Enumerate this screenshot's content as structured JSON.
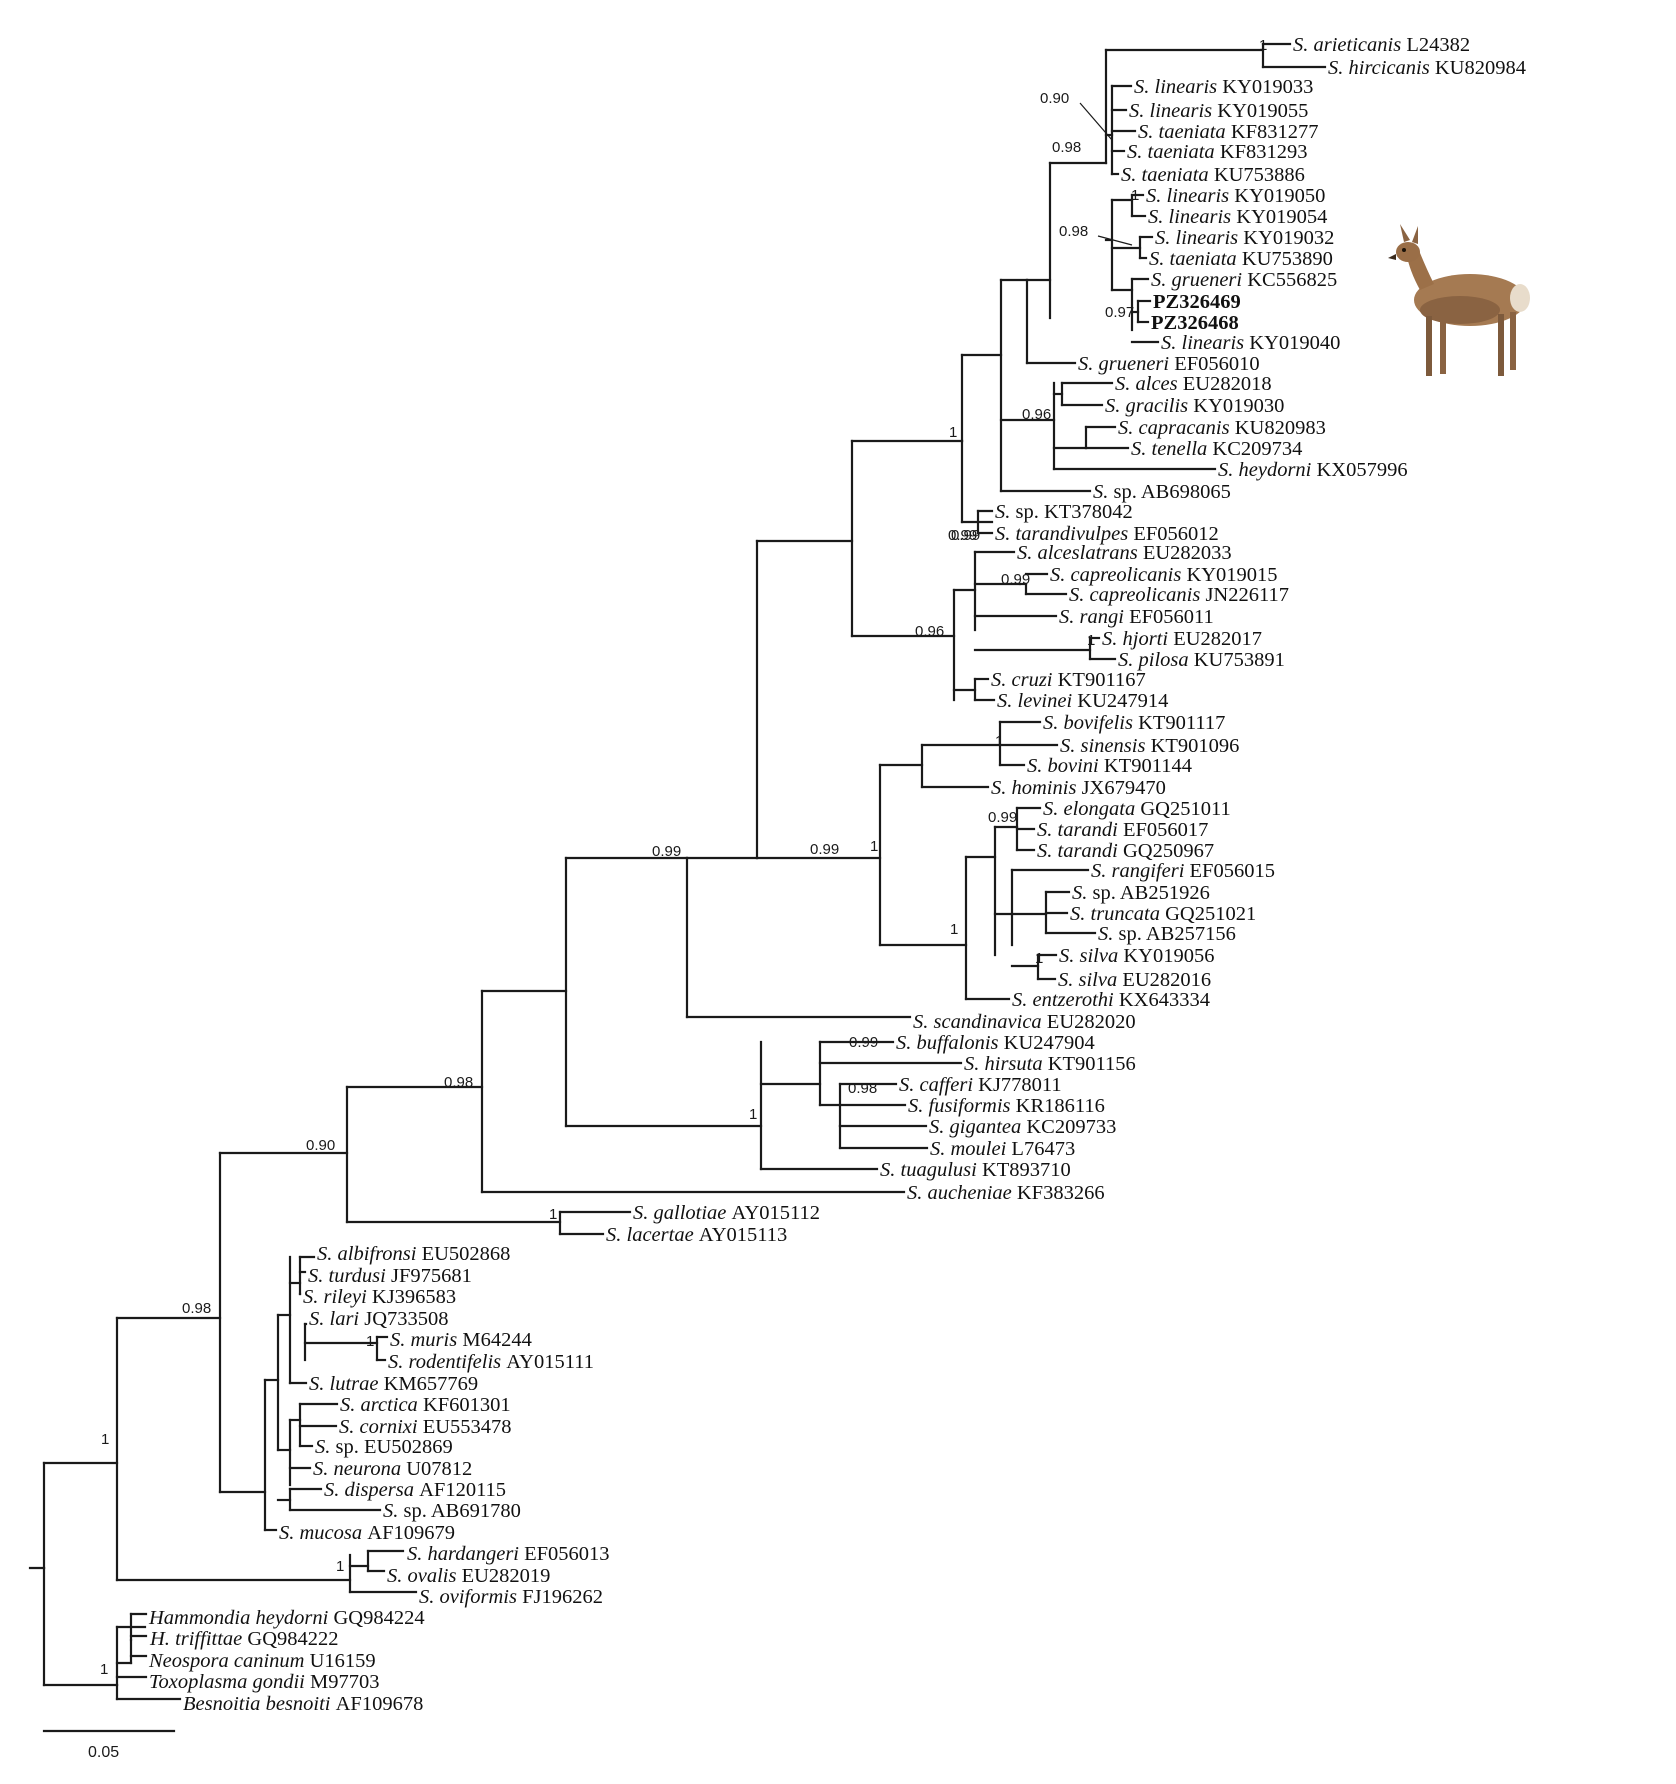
{
  "tree": {
    "scale_bar_label": "0.05",
    "tips": [
      {
        "id": "t_arieticanis",
        "genus": "S.",
        "epithet": "arieticanis",
        "acc": "L24382"
      },
      {
        "id": "t_hircicanis",
        "genus": "S.",
        "epithet": "hircicanis",
        "acc": "KU820984"
      },
      {
        "id": "t_lin033",
        "genus": "S.",
        "epithet": "linearis",
        "acc": "KY019033"
      },
      {
        "id": "t_lin055",
        "genus": "S.",
        "epithet": "linearis",
        "acc": "KY019055"
      },
      {
        "id": "t_tae277",
        "genus": "S.",
        "epithet": "taeniata",
        "acc": "KF831277"
      },
      {
        "id": "t_tae293",
        "genus": "S.",
        "epithet": "taeniata",
        "acc": "KF831293"
      },
      {
        "id": "t_tae886",
        "genus": "S.",
        "epithet": "taeniata",
        "acc": "KU753886"
      },
      {
        "id": "t_lin050",
        "genus": "S.",
        "epithet": "linearis",
        "acc": "KY019050"
      },
      {
        "id": "t_lin054",
        "genus": "S.",
        "epithet": "linearis",
        "acc": "KY019054"
      },
      {
        "id": "t_lin032",
        "genus": "S.",
        "epithet": "linearis",
        "acc": "KY019032"
      },
      {
        "id": "t_tae890",
        "genus": "S.",
        "epithet": "taeniata",
        "acc": "KU753890"
      },
      {
        "id": "t_gru825",
        "genus": "S.",
        "epithet": "grueneri",
        "acc": "KC556825"
      },
      {
        "id": "t_pz469",
        "label": "PZ326469",
        "bold": true
      },
      {
        "id": "t_pz468",
        "label": "PZ326468",
        "bold": true
      },
      {
        "id": "t_lin040",
        "genus": "S.",
        "epithet": "linearis",
        "acc": "KY019040"
      },
      {
        "id": "t_gru010",
        "genus": "S.",
        "epithet": "grueneri",
        "acc": "EF056010"
      },
      {
        "id": "t_alces",
        "genus": "S.",
        "epithet": "alces",
        "acc": "EU282018"
      },
      {
        "id": "t_gracilis",
        "genus": "S.",
        "epithet": "gracilis",
        "acc": "KY019030"
      },
      {
        "id": "t_capracanis",
        "genus": "S.",
        "epithet": "capracanis",
        "acc": "KU820983"
      },
      {
        "id": "t_tenella",
        "genus": "S.",
        "epithet": "tenella",
        "acc": "KC209734"
      },
      {
        "id": "t_heydorni",
        "genus": "S.",
        "epithet": "heydorni",
        "acc": "KX057996"
      },
      {
        "id": "t_sp065",
        "genus": "S.",
        "epithet": "sp.",
        "acc": "AB698065",
        "plain": true
      },
      {
        "id": "t_sp042",
        "genus": "S.",
        "epithet": "sp.",
        "acc": "KT378042",
        "plain": true
      },
      {
        "id": "t_tarandivulpes",
        "genus": "S.",
        "epithet": "tarandivulpes",
        "acc": "EF056012"
      },
      {
        "id": "t_alceslatrans",
        "genus": "S.",
        "epithet": "alceslatrans",
        "acc": "EU282033"
      },
      {
        "id": "t_capreo015",
        "genus": "S.",
        "epithet": "capreolicanis",
        "acc": "KY019015"
      },
      {
        "id": "t_capreo117",
        "genus": "S.",
        "epithet": "capreolicanis",
        "acc": "JN226117"
      },
      {
        "id": "t_rangi",
        "genus": "S.",
        "epithet": "rangi",
        "acc": "EF056011"
      },
      {
        "id": "t_hjorti",
        "genus": "S.",
        "epithet": "hjorti",
        "acc": "EU282017"
      },
      {
        "id": "t_pilosa",
        "genus": "S.",
        "epithet": "pilosa",
        "acc": "KU753891"
      },
      {
        "id": "t_cruzi",
        "genus": "S.",
        "epithet": "cruzi",
        "acc": "KT901167"
      },
      {
        "id": "t_levinei",
        "genus": "S.",
        "epithet": "levinei",
        "acc": "KU247914"
      },
      {
        "id": "t_bovifelis",
        "genus": "S.",
        "epithet": "bovifelis",
        "acc": "KT901117"
      },
      {
        "id": "t_sinensis",
        "genus": "S.",
        "epithet": "sinensis",
        "acc": "KT901096"
      },
      {
        "id": "t_bovini",
        "genus": "S.",
        "epithet": "bovini",
        "acc": "KT901144"
      },
      {
        "id": "t_hominis",
        "genus": "S.",
        "epithet": "hominis",
        "acc": "JX679470"
      },
      {
        "id": "t_elongata",
        "genus": "S.",
        "epithet": "elongata",
        "acc": "GQ251011"
      },
      {
        "id": "t_tar017",
        "genus": "S.",
        "epithet": "tarandi",
        "acc": "EF056017"
      },
      {
        "id": "t_tar967",
        "genus": "S.",
        "epithet": "tarandi",
        "acc": "GQ250967"
      },
      {
        "id": "t_rangiferi",
        "genus": "S.",
        "epithet": "rangiferi",
        "acc": "EF056015"
      },
      {
        "id": "t_sp926",
        "genus": "S.",
        "epithet": "sp.",
        "acc": "AB251926",
        "plain": true
      },
      {
        "id": "t_truncata",
        "genus": "S.",
        "epithet": "truncata",
        "acc": "GQ251021"
      },
      {
        "id": "t_sp156",
        "genus": "S.",
        "epithet": "sp.",
        "acc": "AB257156",
        "plain": true
      },
      {
        "id": "t_silva056",
        "genus": "S.",
        "epithet": "silva",
        "acc": "KY019056"
      },
      {
        "id": "t_silva016",
        "genus": "S.",
        "epithet": "silva",
        "acc": "EU282016"
      },
      {
        "id": "t_entzerothi",
        "genus": "S.",
        "epithet": "entzerothi",
        "acc": "KX643334"
      },
      {
        "id": "t_scandinavica",
        "genus": "S.",
        "epithet": "scandinavica",
        "acc": "EU282020"
      },
      {
        "id": "t_buffalonis",
        "genus": "S.",
        "epithet": "buffalonis",
        "acc": "KU247904"
      },
      {
        "id": "t_hirsuta",
        "genus": "S.",
        "epithet": "hirsuta",
        "acc": "KT901156"
      },
      {
        "id": "t_cafferi",
        "genus": "S.",
        "epithet": "cafferi",
        "acc": "KJ778011"
      },
      {
        "id": "t_fusiformis",
        "genus": "S.",
        "epithet": "fusiformis",
        "acc": "KR186116"
      },
      {
        "id": "t_gigantea",
        "genus": "S.",
        "epithet": "gigantea",
        "acc": "KC209733"
      },
      {
        "id": "t_moulei",
        "genus": "S.",
        "epithet": "moulei",
        "acc": "L76473"
      },
      {
        "id": "t_tuagulusi",
        "genus": "S.",
        "epithet": "tuagulusi",
        "acc": "KT893710"
      },
      {
        "id": "t_aucheniae",
        "genus": "S.",
        "epithet": "aucheniae",
        "acc": "KF383266"
      },
      {
        "id": "t_gallotiae",
        "genus": "S.",
        "epithet": "gallotiae",
        "acc": "AY015112"
      },
      {
        "id": "t_lacertae",
        "genus": "S.",
        "epithet": "lacertae",
        "acc": "AY015113"
      },
      {
        "id": "t_albifronsi",
        "genus": "S.",
        "epithet": "albifronsi",
        "acc": "EU502868"
      },
      {
        "id": "t_turdusi",
        "genus": "S.",
        "epithet": "turdusi",
        "acc": "JF975681"
      },
      {
        "id": "t_rileyi",
        "genus": "S.",
        "epithet": "rileyi",
        "acc": "KJ396583"
      },
      {
        "id": "t_lari",
        "genus": "S.",
        "epithet": "lari",
        "acc": "JQ733508"
      },
      {
        "id": "t_muris",
        "genus": "S.",
        "epithet": "muris",
        "acc": "M64244"
      },
      {
        "id": "t_rodentifelis",
        "genus": "S.",
        "epithet": "rodentifelis",
        "acc": "AY015111"
      },
      {
        "id": "t_lutrae",
        "genus": "S.",
        "epithet": "lutrae",
        "acc": "KM657769"
      },
      {
        "id": "t_arctica",
        "genus": "S.",
        "epithet": "arctica",
        "acc": "KF601301"
      },
      {
        "id": "t_cornixi",
        "genus": "S.",
        "epithet": "cornixi",
        "acc": "EU553478"
      },
      {
        "id": "t_sp869",
        "genus": "S.",
        "epithet": "sp.",
        "acc": "EU502869",
        "plain": true
      },
      {
        "id": "t_neurona",
        "genus": "S.",
        "epithet": "neurona",
        "acc": "U07812"
      },
      {
        "id": "t_dispersa",
        "genus": "S.",
        "epithet": "dispersa",
        "acc": "AF120115"
      },
      {
        "id": "t_sp780",
        "genus": "S.",
        "epithet": "sp.",
        "acc": "AB691780",
        "plain": true
      },
      {
        "id": "t_mucosa",
        "genus": "S.",
        "epithet": "mucosa",
        "acc": "AF109679"
      },
      {
        "id": "t_hardangeri",
        "genus": "S.",
        "epithet": "hardangeri",
        "acc": "EF056013"
      },
      {
        "id": "t_ovalis",
        "genus": "S.",
        "epithet": "ovalis",
        "acc": "EU282019"
      },
      {
        "id": "t_oviformis",
        "genus": "S.",
        "epithet": "oviformis",
        "acc": "FJ196262"
      },
      {
        "id": "t_hammondia",
        "genus": "Hammondia",
        "epithet": "heydorni",
        "acc": "GQ984224"
      },
      {
        "id": "t_htriffittae",
        "genus": "H.",
        "epithet": "triffittae",
        "acc": "GQ984222"
      },
      {
        "id": "t_neospora",
        "genus": "Neospora",
        "epithet": "caninum",
        "acc": "U16159"
      },
      {
        "id": "t_toxoplasma",
        "genus": "Toxoplasma",
        "epithet": "gondii",
        "acc": "M97703"
      },
      {
        "id": "t_besnoitia",
        "genus": "Besnoitia",
        "epithet": "besnoiti",
        "acc": "AF109678"
      }
    ],
    "supports": [
      {
        "id": "s_ariet",
        "value": "1"
      },
      {
        "id": "s_090a",
        "value": "0.90"
      },
      {
        "id": "s_098a",
        "value": "0.98"
      },
      {
        "id": "s_lin1",
        "value": "1"
      },
      {
        "id": "s_098b",
        "value": "0.98"
      },
      {
        "id": "s_097",
        "value": "0.97"
      },
      {
        "id": "s_096a",
        "value": "0.96"
      },
      {
        "id": "s_1a",
        "value": "1"
      },
      {
        "id": "s_099a",
        "value": "0.99"
      },
      {
        "id": "s_099b",
        "value": "0.99"
      },
      {
        "id": "s_099c",
        "value": "0.99"
      },
      {
        "id": "s_hjorti",
        "value": "1"
      },
      {
        "id": "s_096b",
        "value": "0.96"
      },
      {
        "id": "s_bov1",
        "value": "1"
      },
      {
        "id": "s_099d",
        "value": "0.99"
      },
      {
        "id": "s_bigone",
        "value": "1"
      },
      {
        "id": "s_tar1",
        "value": "1"
      },
      {
        "id": "s_silva1",
        "value": "1"
      },
      {
        "id": "s_099e",
        "value": "0.99"
      },
      {
        "id": "s_099f",
        "value": "0.99"
      },
      {
        "id": "s_098c",
        "value": "0.98"
      },
      {
        "id": "s_099g",
        "value": "0.99"
      },
      {
        "id": "s_buf1",
        "value": "1"
      },
      {
        "id": "s_098d",
        "value": "0.98"
      },
      {
        "id": "s_090b",
        "value": "0.90"
      },
      {
        "id": "s_gall1",
        "value": "1"
      },
      {
        "id": "s_098e",
        "value": "0.98"
      },
      {
        "id": "s_muris1",
        "value": "1"
      },
      {
        "id": "s_root1",
        "value": "1"
      },
      {
        "id": "s_hard1",
        "value": "1"
      },
      {
        "id": "s_toxo1",
        "value": "1"
      }
    ]
  }
}
